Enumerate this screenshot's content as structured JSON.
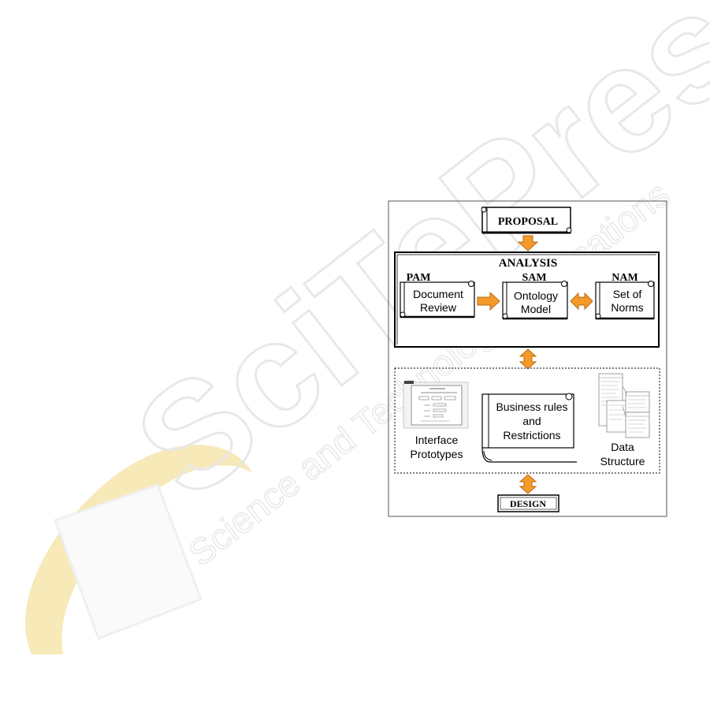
{
  "stages": {
    "proposal": "PROPOSAL",
    "analysis": "ANALYSIS",
    "design": "DESIGN"
  },
  "methods": [
    {
      "acronym": "PAM",
      "line1": "Document",
      "line2": "Review"
    },
    {
      "acronym": "SAM",
      "line1": "Ontology",
      "line2": "Model"
    },
    {
      "acronym": "NAM",
      "line1": "Set of",
      "line2": "Norms"
    }
  ],
  "outputs": {
    "interface": {
      "line1": "Interface",
      "line2": "Prototypes"
    },
    "rules": {
      "line1": "Business rules",
      "line2": "and",
      "line3": "Restrictions"
    },
    "data": {
      "line1": "Data",
      "line2": "Structure"
    }
  },
  "colors": {
    "arrow_fill": "#f59a2a",
    "arrow_stroke": "#b86a10",
    "frame": "#555555",
    "watermark": "#e8e8e8",
    "watermark_logo": "#f6e7b0"
  },
  "watermark": {
    "line1": "SciTePress",
    "line2": "Science and Technology Publications"
  },
  "icons": {
    "interface": "interface-prototype-sketch-icon",
    "data": "database-schema-icon"
  }
}
